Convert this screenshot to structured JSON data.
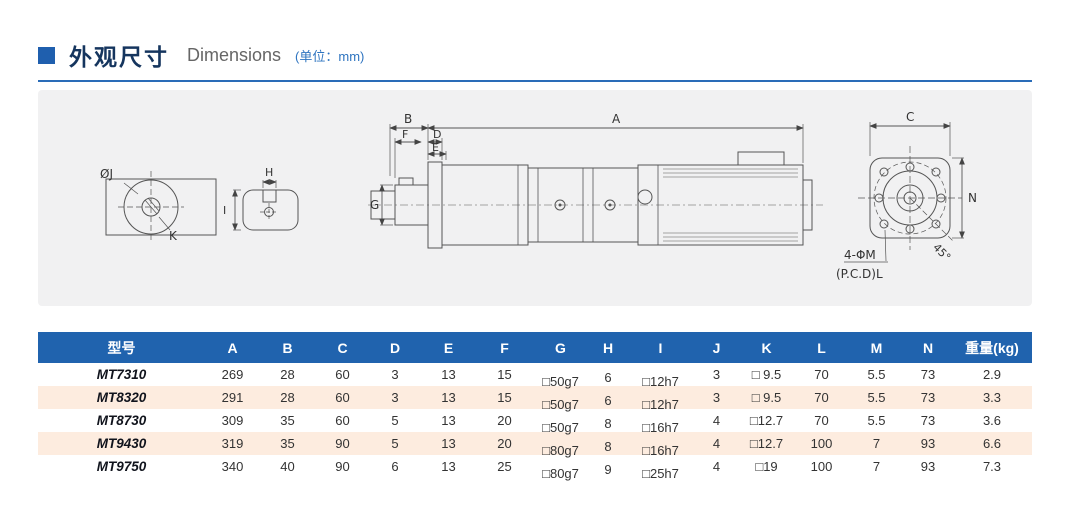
{
  "header": {
    "title_cn": "外观尺寸",
    "title_en": "Dimensions",
    "unit": "(单位：mm)"
  },
  "drawing": {
    "labels": {
      "a": "A",
      "b": "B",
      "c": "C",
      "d": "D",
      "e": "E",
      "f": "F",
      "g": "G",
      "h": "H",
      "i": "I",
      "n": "N",
      "j": "ØJ",
      "k": "K",
      "m4": "4-ΦM",
      "pcd": "(P.C.D)L",
      "angle": "45°"
    }
  },
  "table": {
    "headers": [
      "型号",
      "A",
      "B",
      "C",
      "D",
      "E",
      "F",
      "G",
      "H",
      "I",
      "J",
      "K",
      "L",
      "M",
      "N",
      "重量(kg)"
    ],
    "rows": [
      {
        "model": "MT7310",
        "values": [
          "269",
          "28",
          "60",
          "3",
          "13",
          "15",
          "□50g7",
          "6",
          "□12h7",
          "3",
          "□ 9.5",
          "70",
          "5.5",
          "73",
          "2.9"
        ]
      },
      {
        "model": "MT8320",
        "values": [
          "291",
          "28",
          "60",
          "3",
          "13",
          "15",
          "□50g7",
          "6",
          "□12h7",
          "3",
          "□ 9.5",
          "70",
          "5.5",
          "73",
          "3.3"
        ]
      },
      {
        "model": "MT8730",
        "values": [
          "309",
          "35",
          "60",
          "5",
          "13",
          "20",
          "□50g7",
          "8",
          "□16h7",
          "4",
          "□12.7",
          "70",
          "5.5",
          "73",
          "3.6"
        ]
      },
      {
        "model": "MT9430",
        "values": [
          "319",
          "35",
          "90",
          "5",
          "13",
          "20",
          "□80g7",
          "8",
          "□16h7",
          "4",
          "□12.7",
          "100",
          "7",
          "93",
          "6.6"
        ]
      },
      {
        "model": "MT9750",
        "values": [
          "340",
          "40",
          "90",
          "6",
          "13",
          "25",
          "□80g7",
          "9",
          "□25h7",
          "4",
          "□19",
          "100",
          "7",
          "93",
          "7.3"
        ]
      }
    ]
  }
}
